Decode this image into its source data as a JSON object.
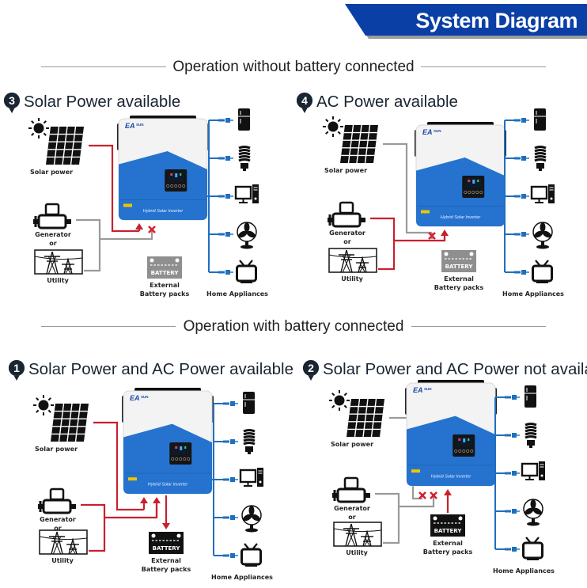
{
  "header": {
    "title": "System Diagram",
    "color": "#0a3fa6"
  },
  "sections": [
    {
      "label": "Operation without battery connected"
    },
    {
      "label": "Operation with battery connected"
    }
  ],
  "colors": {
    "active_line": "#c8202f",
    "inactive_line": "#9a9a9a",
    "output_line": "#1f6fbf",
    "inverter_blue": "#2573cf",
    "x_mark": "#d8202c"
  },
  "labels": {
    "solar": "Solar power",
    "generator": "Generator",
    "or": "or",
    "utility": "Utility",
    "battery_text": "BATTERY",
    "battery_line1": "External",
    "battery_line2": "Battery packs",
    "appliances": "Home Appliances",
    "inverter_name": "Hybrid Solar Inverter",
    "brand": "EA SUN"
  },
  "panels": [
    {
      "id": "p3",
      "number": "3",
      "title": "Solar Power available",
      "solar_active": true,
      "ac_active": false,
      "solar_blocked": false,
      "ac_blocked": true,
      "battery_connected": false,
      "battery_direction": "none"
    },
    {
      "id": "p4",
      "number": "4",
      "title": "AC Power available",
      "solar_active": false,
      "ac_active": true,
      "solar_blocked": true,
      "ac_blocked": false,
      "battery_connected": false,
      "battery_direction": "none"
    },
    {
      "id": "p1",
      "number": "1",
      "title": "Solar Power and AC Power available",
      "solar_active": true,
      "ac_active": true,
      "solar_blocked": false,
      "ac_blocked": false,
      "battery_connected": true,
      "battery_direction": "charge"
    },
    {
      "id": "p2",
      "number": "2",
      "title": "Solar Power and AC Power not available",
      "solar_active": false,
      "ac_active": false,
      "solar_blocked": true,
      "ac_blocked": true,
      "battery_connected": true,
      "battery_direction": "discharge"
    }
  ]
}
